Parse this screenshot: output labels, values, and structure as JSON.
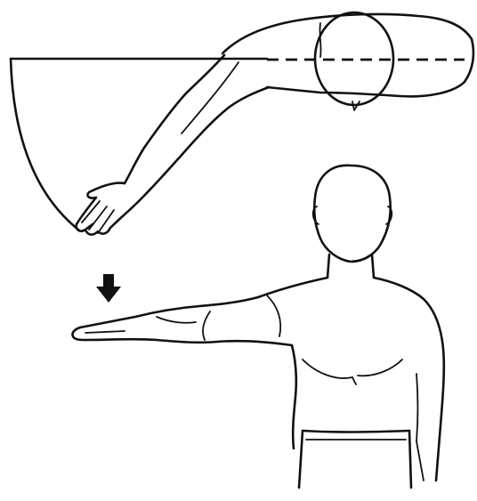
{
  "figure": {
    "panels": [
      {
        "id": "top-view",
        "view": "overhead"
      },
      {
        "id": "front-view",
        "view": "frontal"
      }
    ],
    "icons": [
      "down-arrow-icon"
    ],
    "colors": {
      "ink": "#111111",
      "background": "#ffffff"
    }
  }
}
